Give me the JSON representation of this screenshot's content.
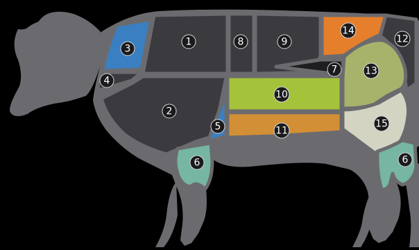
{
  "colors": {
    "background": "#000000",
    "body": "#6b6b6f",
    "outline": "#6b6b6f",
    "dark_cut": "#3b3b3f",
    "blue": "#3a7fc1",
    "orange": "#e57f2c",
    "olive": "#a7b36b",
    "lime": "#a5c33a",
    "amber": "#d38f35",
    "cream": "#d4d4c3",
    "mint": "#76b6a2",
    "badge": "#1b1b1d",
    "badge_text": "#ffffff",
    "legend_text": "#1b1b1d"
  },
  "cuts": [
    {
      "id": "cut-1",
      "label": "1"
    },
    {
      "id": "cut-2",
      "label": "2"
    },
    {
      "id": "cut-3",
      "label": "3"
    },
    {
      "id": "cut-4",
      "label": "4"
    },
    {
      "id": "cut-5",
      "label": "5"
    },
    {
      "id": "cut-6a",
      "label": "6"
    },
    {
      "id": "cut-6b",
      "label": "6"
    },
    {
      "id": "cut-7",
      "label": "7"
    },
    {
      "id": "cut-8",
      "label": "8"
    },
    {
      "id": "cut-9",
      "label": "9"
    },
    {
      "id": "cut-10",
      "label": "10"
    },
    {
      "id": "cut-11",
      "label": "11"
    },
    {
      "id": "cut-12",
      "label": "12"
    },
    {
      "id": "cut-13",
      "label": "13"
    },
    {
      "id": "cut-14",
      "label": "14"
    },
    {
      "id": "cut-15",
      "label": "15"
    }
  ]
}
